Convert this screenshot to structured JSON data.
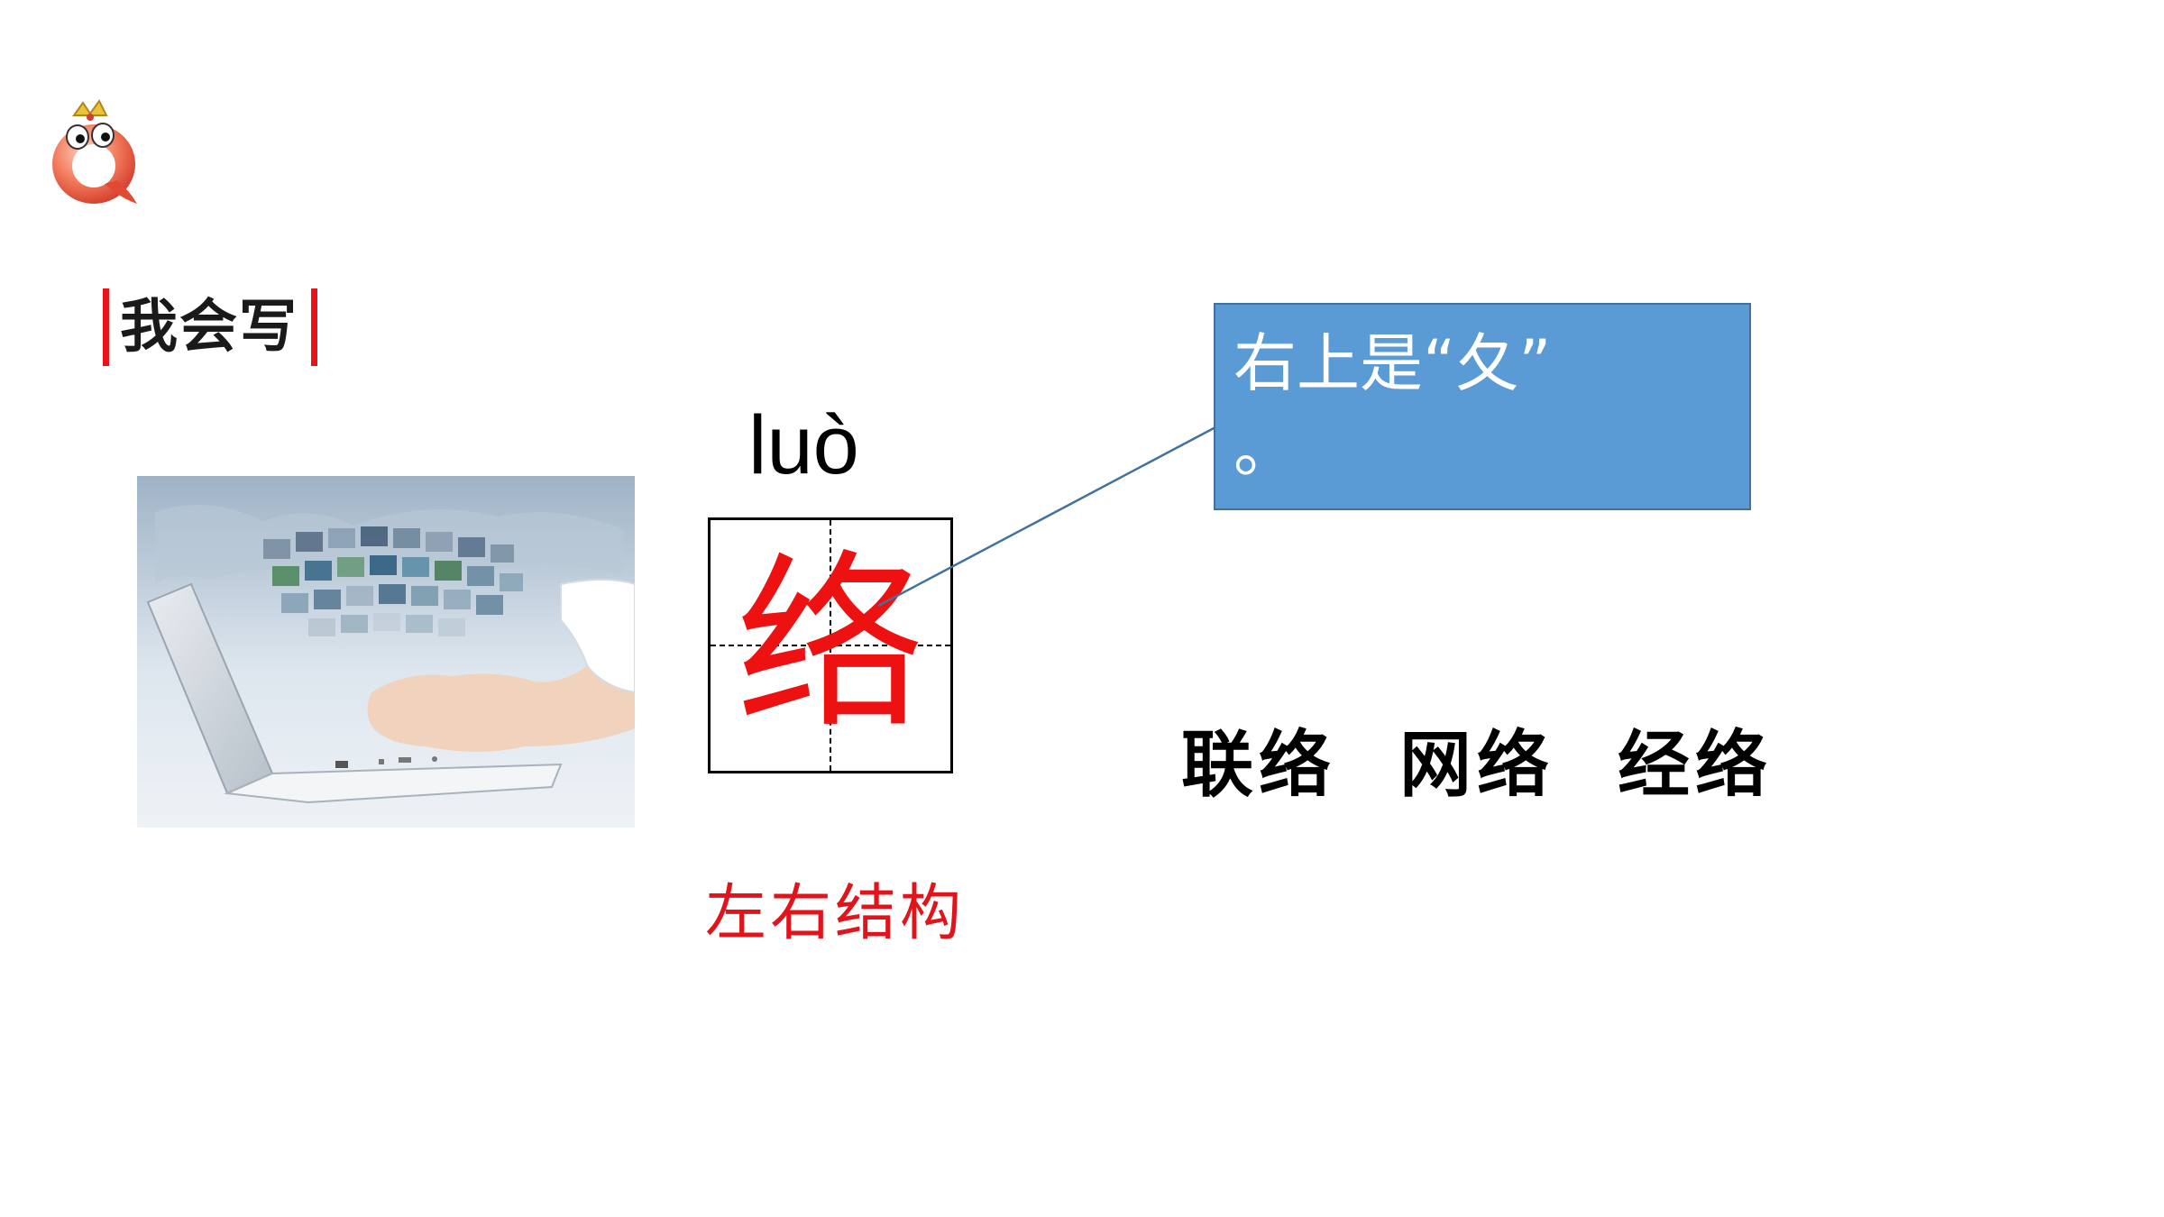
{
  "heading": {
    "label": "我会写"
  },
  "character": {
    "pinyin": "luò",
    "glyph": "络",
    "structure": "左右结构",
    "glyph_color": "#ee1111"
  },
  "callout": {
    "text": "右上是“夂”",
    "tail": "。",
    "bg_color": "#5b9bd5"
  },
  "words": [
    "联络",
    "网络",
    "经络"
  ],
  "icons": {
    "logo": "q-mascot-icon",
    "photo": "laptop-photo"
  },
  "colors": {
    "accent_red": "#e8141a",
    "text": "#000000"
  }
}
